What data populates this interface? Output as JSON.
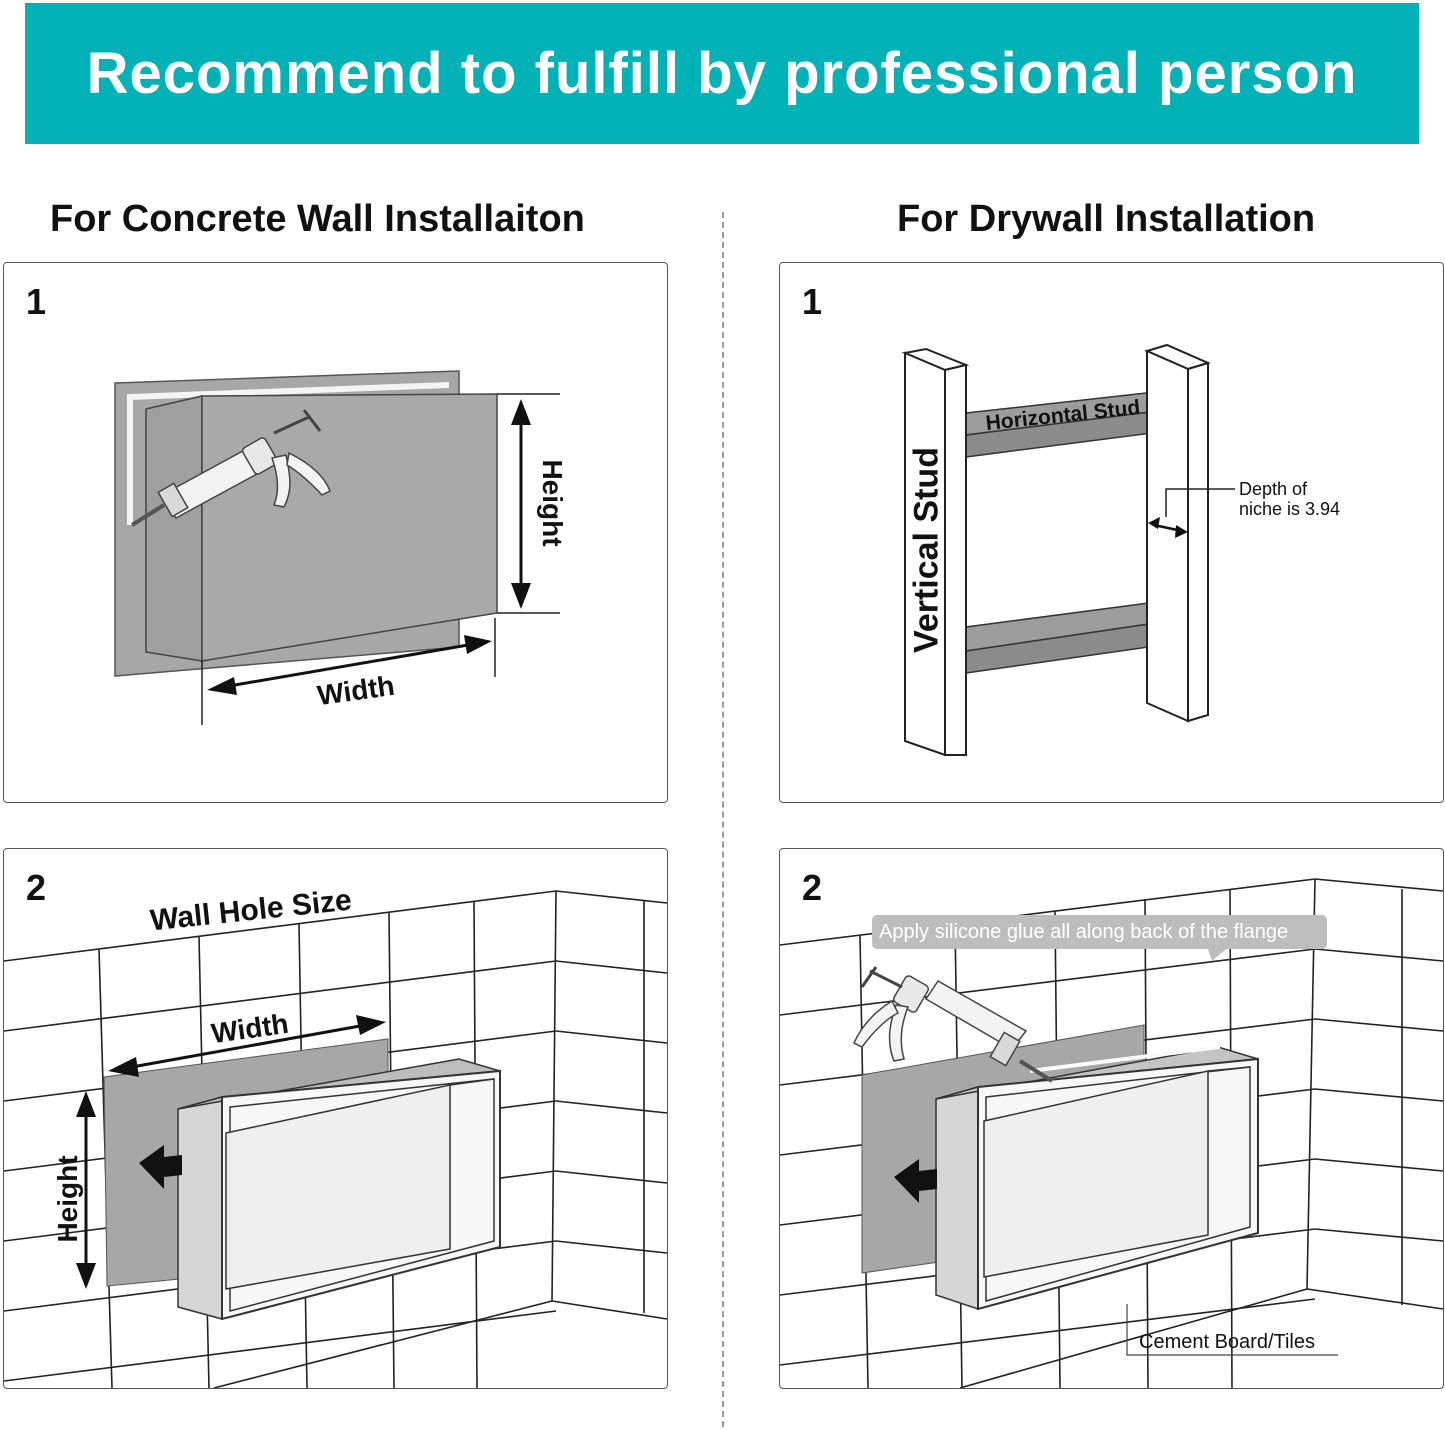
{
  "banner": {
    "text": "Recommend to fulfill by professional person",
    "color": "#00b2b6"
  },
  "sections": {
    "concrete": {
      "title": "For Concrete Wall Installaiton"
    },
    "drywall": {
      "title": "For Drywall Installation"
    }
  },
  "panels": {
    "concrete_1": {
      "step": "1",
      "height_label": "Height",
      "width_label": "Width",
      "icons": [
        "caulking-gun-icon"
      ]
    },
    "drywall_1": {
      "step": "1",
      "vertical_label": "Vertical Stud",
      "horizontal_label": "Horizontal Stud",
      "depth_line1": "Depth of",
      "depth_line2": "niche is 3.94"
    },
    "concrete_2": {
      "step": "2",
      "hole_label": "Wall Hole Size",
      "width_label": "Width",
      "height_label": "Height"
    },
    "drywall_2": {
      "step": "2",
      "glue_label": "Apply silicone glue all along back of the flange",
      "board_label": "Cement Board/Tiles",
      "icons": [
        "caulking-gun-icon"
      ]
    }
  }
}
